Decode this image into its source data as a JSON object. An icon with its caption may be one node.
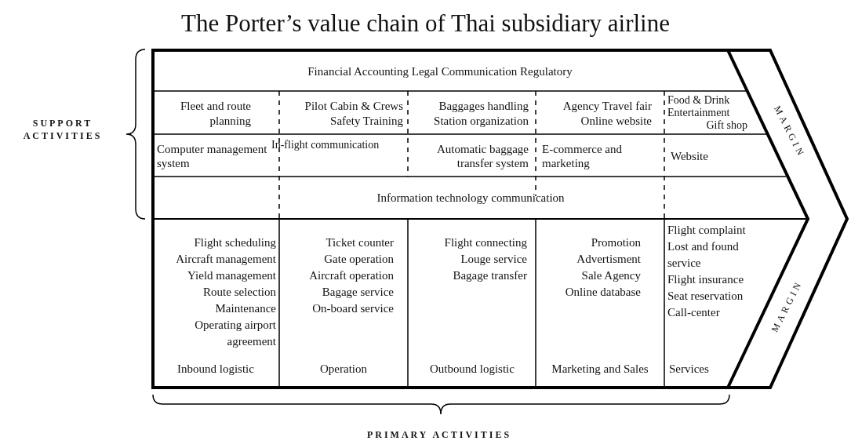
{
  "diagram": {
    "title": "The Porter’s value chain of Thai subsidiary airline",
    "nodes": [
      {
        "text": [
          "Financial Accounting Legal Communication Regulatory"
        ]
      },
      {
        "text": [
          "Fleet and route planning"
        ]
      },
      {
        "text": [
          "Pilot Cabin & Crews Safety Training"
        ]
      },
      {
        "text": [
          "Baggages handling Station organization"
        ]
      },
      {
        "text": [
          "Agency Travel fair Online website"
        ]
      },
      {
        "text": [
          "Food & Drink",
          "Entertainment",
          "Gift shop"
        ]
      },
      {
        "text": [
          "Computer management system"
        ]
      },
      {
        "text": [
          "In-flight communication"
        ]
      },
      {
        "text": [
          "Automatic baggage transfer system"
        ]
      },
      {
        "text": [
          "E-commerce and marketing"
        ]
      },
      {
        "text": [
          "Website"
        ]
      },
      {
        "text": [
          "Information technology communication"
        ]
      },
      {
        "text": [
          "Flight scheduling",
          "Aircraft management",
          "Yield management",
          "Route selection",
          "Maintenance",
          "Operating airport agreement",
          "Inbound logistic"
        ]
      },
      {
        "text": [
          "Ticket counter",
          "Gate operation",
          "Aircraft operation",
          "Bagage service",
          "On-board service",
          "Operation"
        ]
      },
      {
        "text": [
          "Flight connecting",
          "Louge service",
          "Bagage transfer",
          "Outbound logistic"
        ]
      },
      {
        "text": [
          "Promotion",
          "Advertisment",
          "Sale Agency",
          "Online database",
          "Marketing and Sales"
        ]
      },
      {
        "text": [
          "Flight complaint",
          "Lost and found service",
          "Flight insurance",
          "Seat reservation",
          "Call-center",
          "Services"
        ]
      },
      {
        "text": [
          "MARGIN"
        ]
      },
      {
        "text": [
          "MARGIN"
        ]
      }
    ],
    "labels": [
      "SUPPORT ACTIVITIES",
      "PRIMARY ACTIVITIES"
    ]
  }
}
